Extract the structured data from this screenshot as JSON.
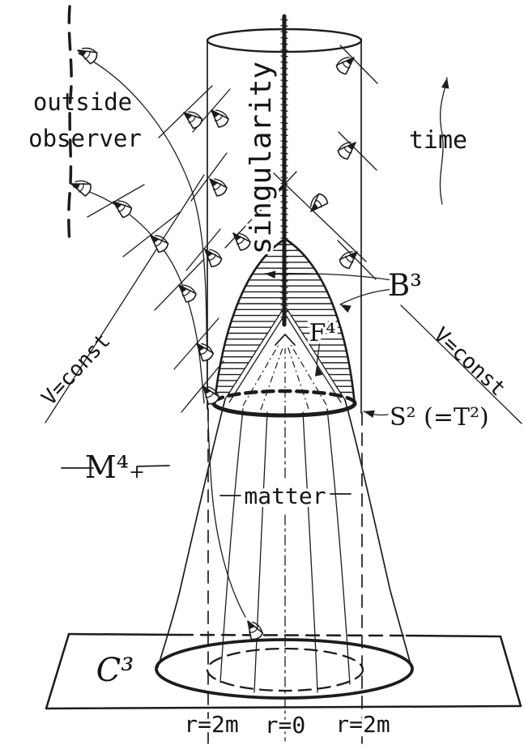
{
  "figure": {
    "background": "#ffffff",
    "ink_color": "#1c1c1c",
    "labels": {
      "outside_observer_line1": "outside",
      "outside_observer_line2": "observer",
      "singularity": "singularity",
      "time": "time",
      "v_const": "V=const",
      "b3": "B³",
      "f4": "F⁴",
      "s2_t2": "S² (=T²)",
      "m4_plus": "M⁴₊",
      "matter": "matter",
      "c3": "C³",
      "r_2m_left": "r=2m",
      "r_zero": "r=0",
      "r_2m_right": "r=2m"
    },
    "icons": {
      "eye": "eye-icon",
      "time_arrow": "up-arrow-icon"
    }
  }
}
